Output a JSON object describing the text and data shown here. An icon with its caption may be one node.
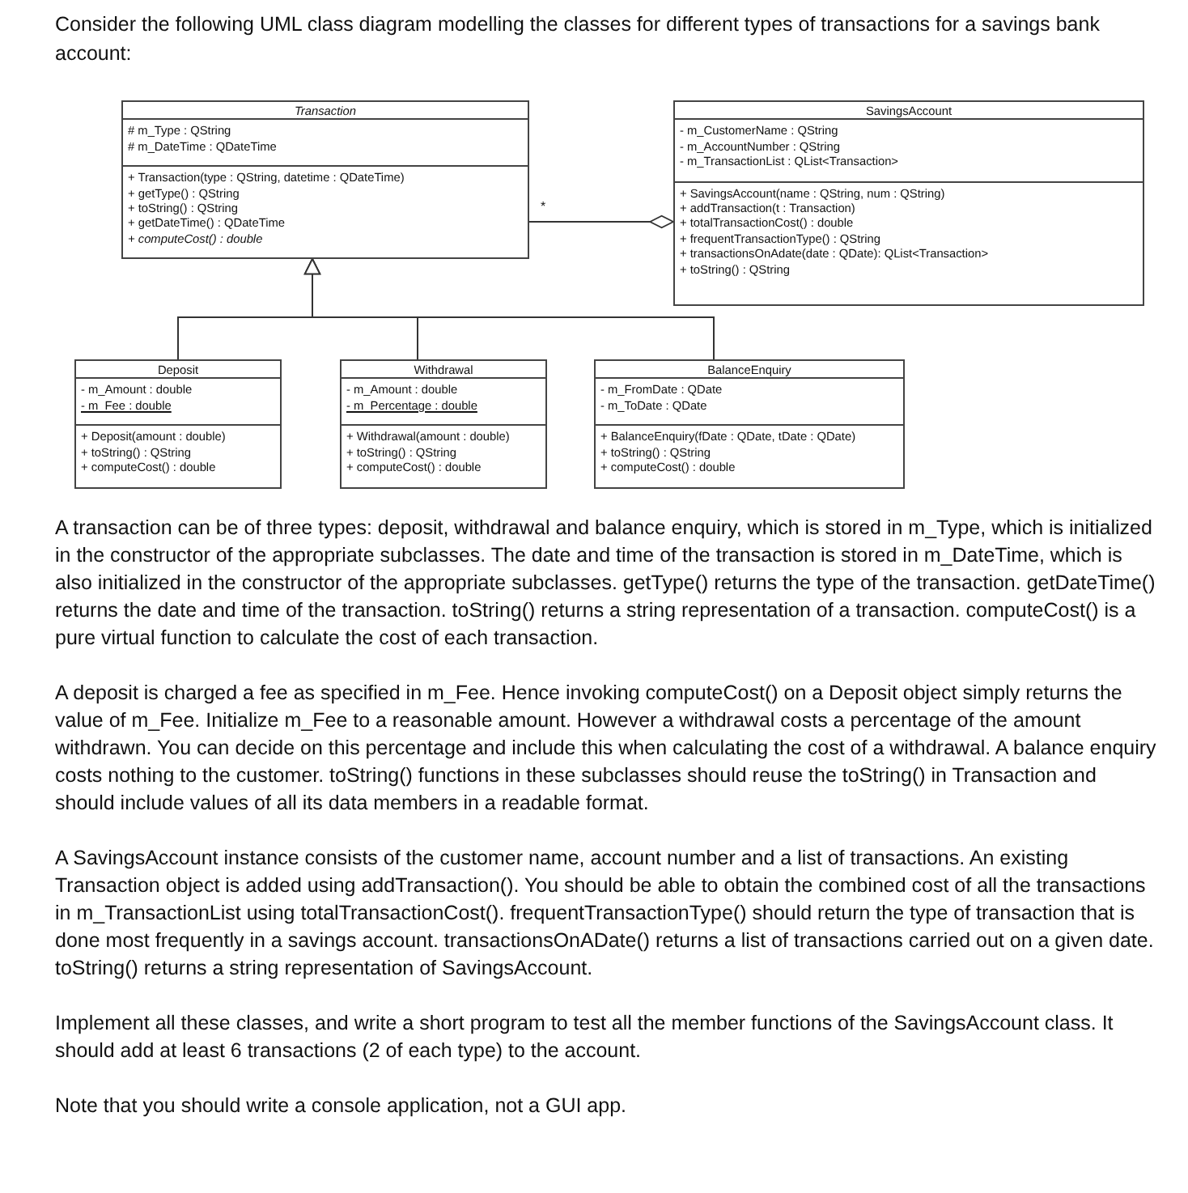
{
  "diagram": {
    "title": "Consider the following UML class diagram modelling the classes for different types of transactions for a savings bank account:",
    "nodes": [
      {
        "text": [
          "Transaction",
          "# m_Type : QString",
          "# m_DateTime : QDateTime",
          "+ Transaction(type : QString, datetime : QDateTime)",
          "+ getType() : QString",
          "+ toString() : QString",
          "+ getDateTime() : QDateTime",
          "+ computeCost() : double"
        ]
      },
      {
        "text": [
          "SavingsAccount",
          "- m_CustomerName : QString",
          "- m_AccountNumber : QString",
          "- m_TransactionList : QList<Transaction>",
          "+ SavingsAccount(name : QString, num : QString)",
          "+ addTransaction(t : Transaction)",
          "+ totalTransactionCost() : double",
          "+ frequentTransactionType() : QString",
          "+ transactionsOnAdate(date : QDate): QList<Transaction>",
          "+ toString() : QString"
        ]
      },
      {
        "text": [
          "Deposit",
          "- m_Amount : double",
          "- m_Fee : double",
          "+ Deposit(amount : double)",
          "+ toString() : QString",
          "+ computeCost() : double"
        ]
      },
      {
        "text": [
          "Withdrawal",
          "- m_Amount : double",
          "- m_Percentage : double",
          "+ Withdrawal(amount : double)",
          "+ toString() : QString",
          "+ computeCost() : double"
        ]
      },
      {
        "text": [
          "BalanceEnquiry",
          "- m_FromDate : QDate",
          "- m_ToDate : QDate",
          "+ BalanceEnquiry(fDate : QDate, tDate : QDate)",
          "+ toString() : QString",
          "+ computeCost() : double"
        ]
      }
    ],
    "edges": [
      {
        "from": 0,
        "to": 1,
        "arrow": "other",
        "label": "*"
      },
      {
        "from": 2,
        "to": 0,
        "arrow": "to"
      },
      {
        "from": 3,
        "to": 0,
        "arrow": "to"
      },
      {
        "from": 4,
        "to": 0,
        "arrow": "to"
      }
    ],
    "labels": [
      "A transaction can be of three types: deposit, withdrawal and balance enquiry, which is stored in m_Type, which is initialized in the constructor of the appropriate subclasses. The date and time of the transaction is stored in m_DateTime, which is also initialized in the constructor of the appropriate subclasses. getType() returns the type of the transaction. getDateTime() returns the date and time of the transaction. toString() returns a string representation of a transaction. computeCost() is a pure virtual function to calculate the cost of each transaction.",
      "A deposit is charged a fee as specified in m_Fee. Hence invoking computeCost() on a Deposit object simply returns the value of m_Fee. Initialize m_Fee to a reasonable amount. However a withdrawal costs a percentage of the amount withdrawn. You can decide on this percentage and include this when calculating the cost of a withdrawal. A balance enquiry costs nothing to the customer. toString() functions in these subclasses should reuse the toString() in Transaction and should include values of all its data members in a readable format.",
      "A SavingsAccount instance consists of the customer name, account number and a list of transactions. An existing Transaction object is added using addTransaction(). You should be able to obtain the combined cost of all the transactions in m_TransactionList using totalTransactionCost(). frequentTransactionType() should return the type of transaction that is done most frequently in a savings account. transactionsOnADate() returns a list of transactions carried out on a given date. toString() returns a string representation of SavingsAccount.",
      "Implement all these classes, and write a short program to test all the member functions of the SavingsAccount class. It should add at least 6 transactions (2 of each type) to the account.",
      "Note that you should write a console application, not a GUI app."
    ]
  }
}
